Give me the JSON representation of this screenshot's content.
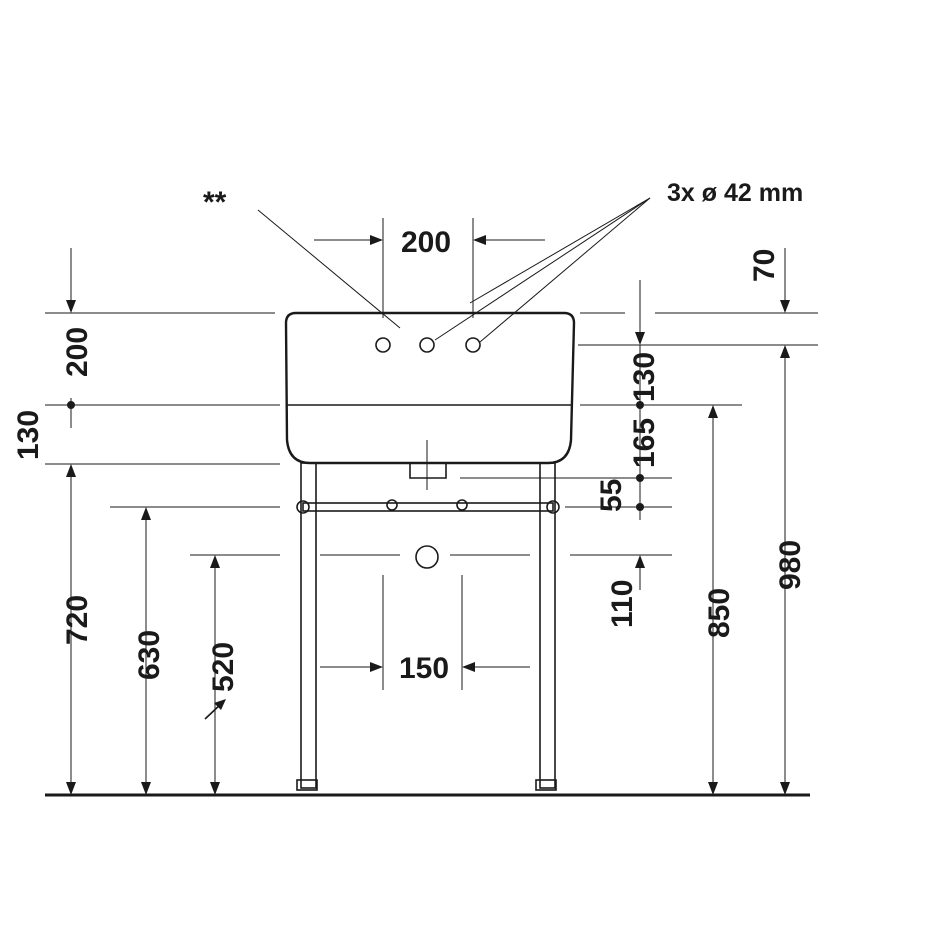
{
  "labels": {
    "holes_note": "3x ø 42 mm",
    "asterisks": "**",
    "top_spacing": "200",
    "drain_spacing": "150",
    "top_offset": "70",
    "left_200": "200",
    "left_130": "130",
    "left_720": "720",
    "left_630": "630",
    "left_520": "520",
    "right_130": "130",
    "right_165": "165",
    "right_55": "55",
    "right_110": "110",
    "right_850": "850",
    "right_980": "980"
  },
  "colors": {
    "line": "#1a1a1a",
    "background": "#ffffff"
  }
}
